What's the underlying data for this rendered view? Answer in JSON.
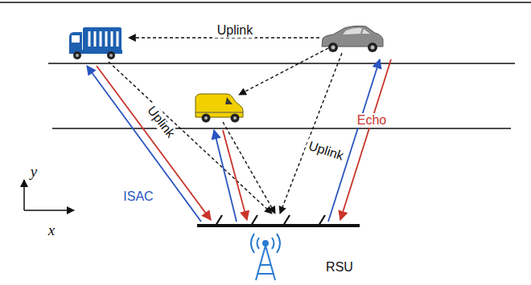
{
  "diagram": {
    "labels": [
      "Uplink",
      "Uplink",
      "Echo",
      "Uplink",
      "y",
      "ISAC",
      "x",
      "RSU"
    ]
  }
}
